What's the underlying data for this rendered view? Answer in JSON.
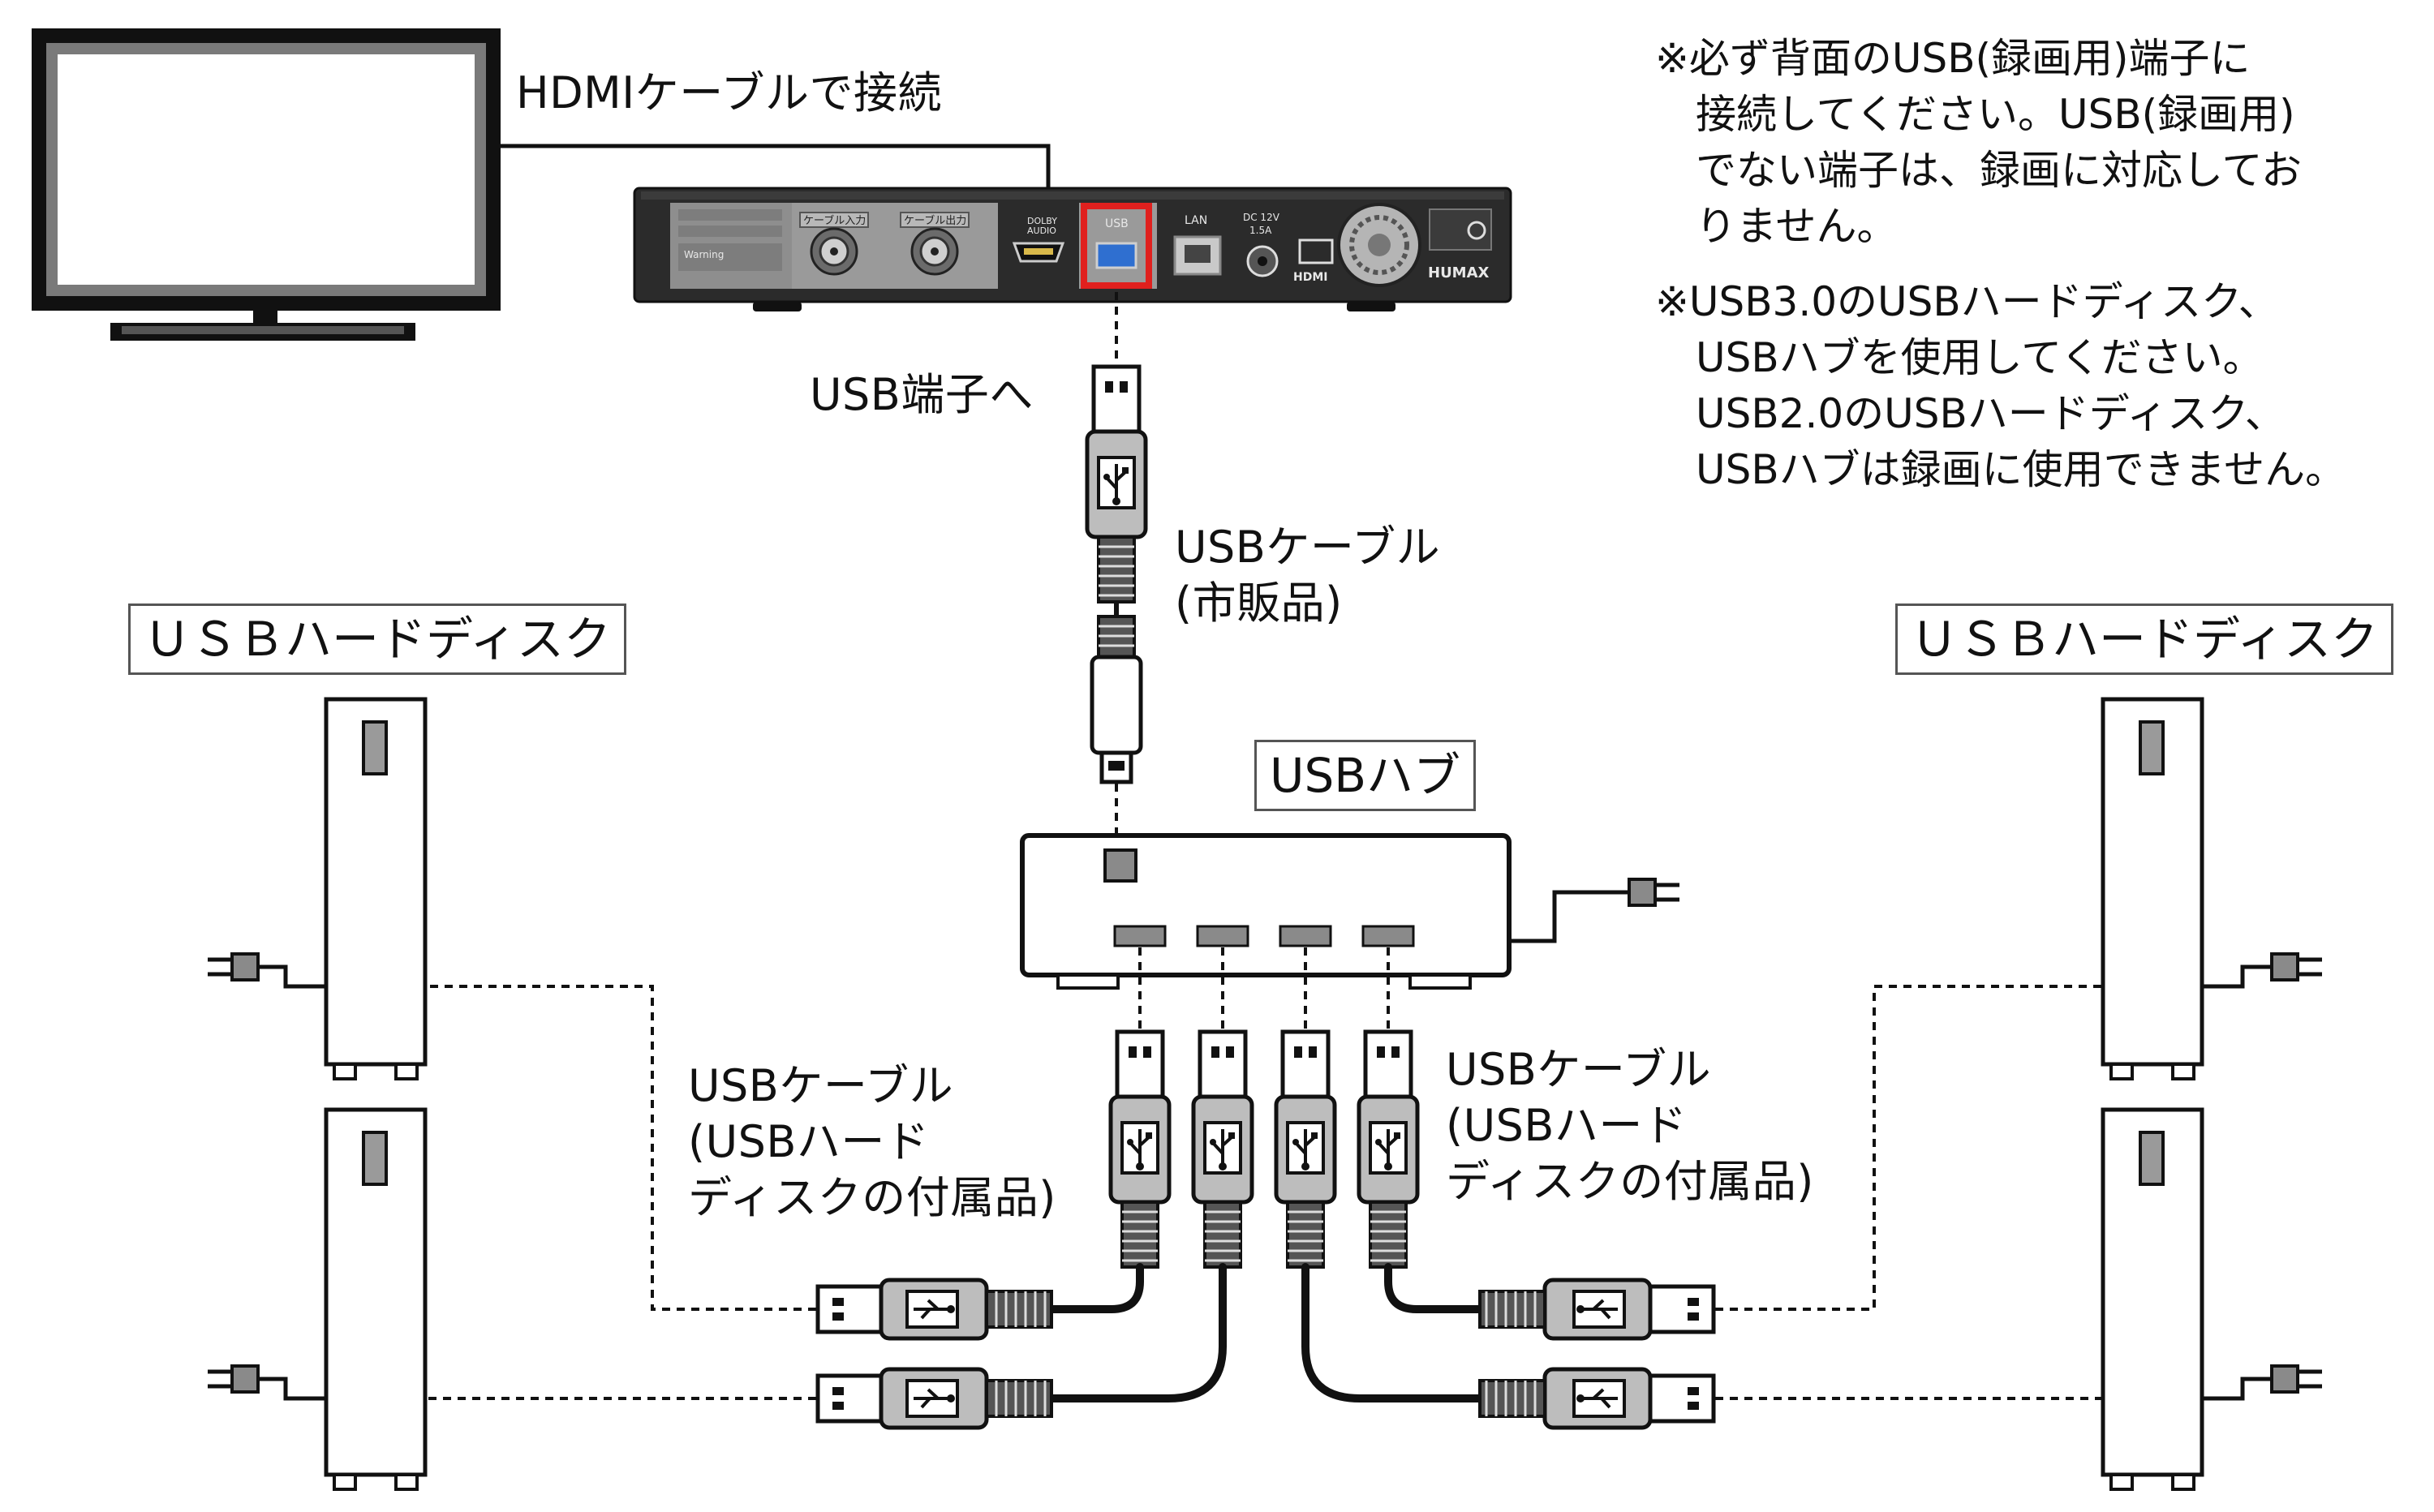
{
  "labels": {
    "hdmi_cable": "HDMIケーブルで接続",
    "to_usb_port": "USB端子へ",
    "usb_cable_retail": "USBケーブル\n(市販品)",
    "usb_hub": "USBハブ",
    "hdd_left": "ＵＳＢハードディスク",
    "hdd_right": "ＵＳＢハードディスク",
    "usb_cable_included_left": "USBケーブル\n(USBハード\nディスクの付属品)",
    "usb_cable_included_right": "USBケーブル\n(USBハード\nディスクの付属品)"
  },
  "notes": {
    "note1": "※必ず背面のUSB(録画用)端子に\n　接続してください。USB(録画用)\n　でない端子は、録画に対応してお\n　りません。",
    "note2": "※USB3.0のUSBハードディスク、\n　USBハブを使用してください。\n　USB2.0のUSBハードディスク、\n　USBハブは録画に使用できません。"
  },
  "device_rear_panel": {
    "antenna_in": "ケーブル入力",
    "antenna_out": "ケーブル出力",
    "dolby": "DOLBY\nAUDIO",
    "hdmi": "HDMI",
    "usb": "USB",
    "lan": "LAN",
    "dc": "DC 12V",
    "dc_amp": "1.5A",
    "brand": "HUMAX",
    "warning": "Warning"
  },
  "colors": {
    "highlight": "#e0201e",
    "device_body": "#2b2b2b",
    "panel": "#9a9a9a",
    "usb_blue": "#2f6fd0",
    "line": "#111111",
    "connector_gray": "#bdbdbd"
  }
}
